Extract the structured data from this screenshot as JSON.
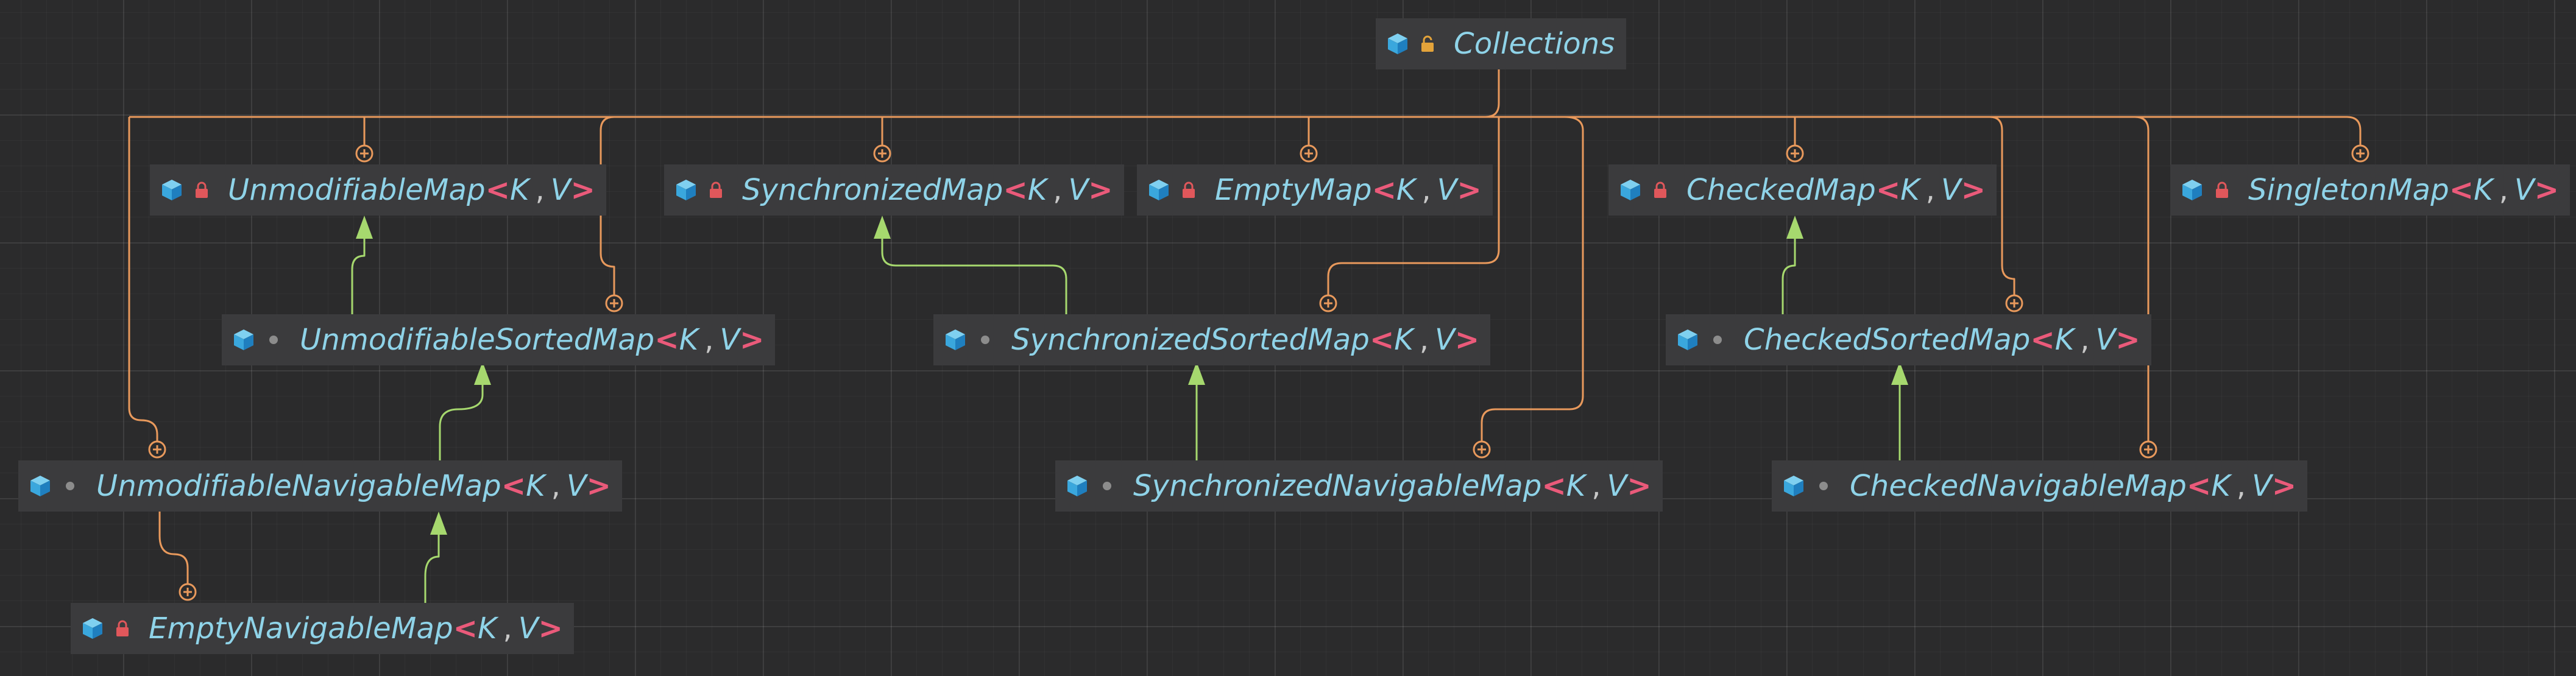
{
  "diagram": {
    "root": "Collections",
    "type_params": {
      "open": "<",
      "k": "K",
      "sep": ",",
      "v": "V",
      "close": ">"
    },
    "colors": {
      "inner_class_edge": "#e8995c",
      "inheritance_edge": "#a6d86e",
      "class_name": "#8fd3e8",
      "generic_bracket": "#ea5a7a",
      "node_bg": "#3b3b3d"
    },
    "nodes": [
      {
        "id": "collections",
        "name": "Collections",
        "icon": "class-icon",
        "modifier": "public-unlocked-icon",
        "generic": false
      },
      {
        "id": "unmodifiable-map",
        "name": "UnmodifiableMap",
        "icon": "class-icon",
        "modifier": "private-lock-icon",
        "generic": true
      },
      {
        "id": "synchronized-map",
        "name": "SynchronizedMap",
        "icon": "class-icon",
        "modifier": "private-lock-icon",
        "generic": true
      },
      {
        "id": "empty-map",
        "name": "EmptyMap",
        "icon": "class-icon",
        "modifier": "private-lock-icon",
        "generic": true
      },
      {
        "id": "checked-map",
        "name": "CheckedMap",
        "icon": "class-icon",
        "modifier": "private-lock-icon",
        "generic": true
      },
      {
        "id": "singleton-map",
        "name": "SingletonMap",
        "icon": "class-icon",
        "modifier": "private-lock-icon",
        "generic": true
      },
      {
        "id": "unmodifiable-sorted-map",
        "name": "UnmodifiableSortedMap",
        "icon": "class-icon",
        "modifier": "package-dot-icon",
        "generic": true
      },
      {
        "id": "synchronized-sorted-map",
        "name": "SynchronizedSortedMap",
        "icon": "class-icon",
        "modifier": "package-dot-icon",
        "generic": true
      },
      {
        "id": "checked-sorted-map",
        "name": "CheckedSortedMap",
        "icon": "class-icon",
        "modifier": "package-dot-icon",
        "generic": true
      },
      {
        "id": "unmodifiable-navigable-map",
        "name": "UnmodifiableNavigableMap",
        "icon": "class-icon",
        "modifier": "package-dot-icon",
        "generic": true
      },
      {
        "id": "synchronized-navigable-map",
        "name": "SynchronizedNavigableMap",
        "icon": "class-icon",
        "modifier": "package-dot-icon",
        "generic": true
      },
      {
        "id": "checked-navigable-map",
        "name": "CheckedNavigableMap",
        "icon": "class-icon",
        "modifier": "package-dot-icon",
        "generic": true
      },
      {
        "id": "empty-navigable-map",
        "name": "EmptyNavigableMap",
        "icon": "class-icon",
        "modifier": "private-lock-icon",
        "generic": true
      }
    ],
    "edges": [
      {
        "from": "collections",
        "to": "unmodifiable-map",
        "kind": "inner-class"
      },
      {
        "from": "collections",
        "to": "synchronized-map",
        "kind": "inner-class"
      },
      {
        "from": "collections",
        "to": "empty-map",
        "kind": "inner-class"
      },
      {
        "from": "collections",
        "to": "checked-map",
        "kind": "inner-class"
      },
      {
        "from": "collections",
        "to": "singleton-map",
        "kind": "inner-class"
      },
      {
        "from": "collections",
        "to": "unmodifiable-sorted-map",
        "kind": "inner-class"
      },
      {
        "from": "collections",
        "to": "synchronized-sorted-map",
        "kind": "inner-class"
      },
      {
        "from": "collections",
        "to": "checked-sorted-map",
        "kind": "inner-class"
      },
      {
        "from": "collections",
        "to": "unmodifiable-navigable-map",
        "kind": "inner-class"
      },
      {
        "from": "collections",
        "to": "synchronized-navigable-map",
        "kind": "inner-class"
      },
      {
        "from": "collections",
        "to": "checked-navigable-map",
        "kind": "inner-class"
      },
      {
        "from": "unmodifiable-navigable-map",
        "to": "empty-navigable-map",
        "kind": "inner-class"
      },
      {
        "from": "unmodifiable-sorted-map",
        "to": "unmodifiable-map",
        "kind": "extends"
      },
      {
        "from": "unmodifiable-navigable-map",
        "to": "unmodifiable-sorted-map",
        "kind": "extends"
      },
      {
        "from": "empty-navigable-map",
        "to": "unmodifiable-navigable-map",
        "kind": "extends"
      },
      {
        "from": "synchronized-sorted-map",
        "to": "synchronized-map",
        "kind": "extends"
      },
      {
        "from": "synchronized-navigable-map",
        "to": "synchronized-sorted-map",
        "kind": "extends"
      },
      {
        "from": "checked-sorted-map",
        "to": "checked-map",
        "kind": "extends"
      },
      {
        "from": "checked-navigable-map",
        "to": "checked-sorted-map",
        "kind": "extends"
      }
    ]
  }
}
